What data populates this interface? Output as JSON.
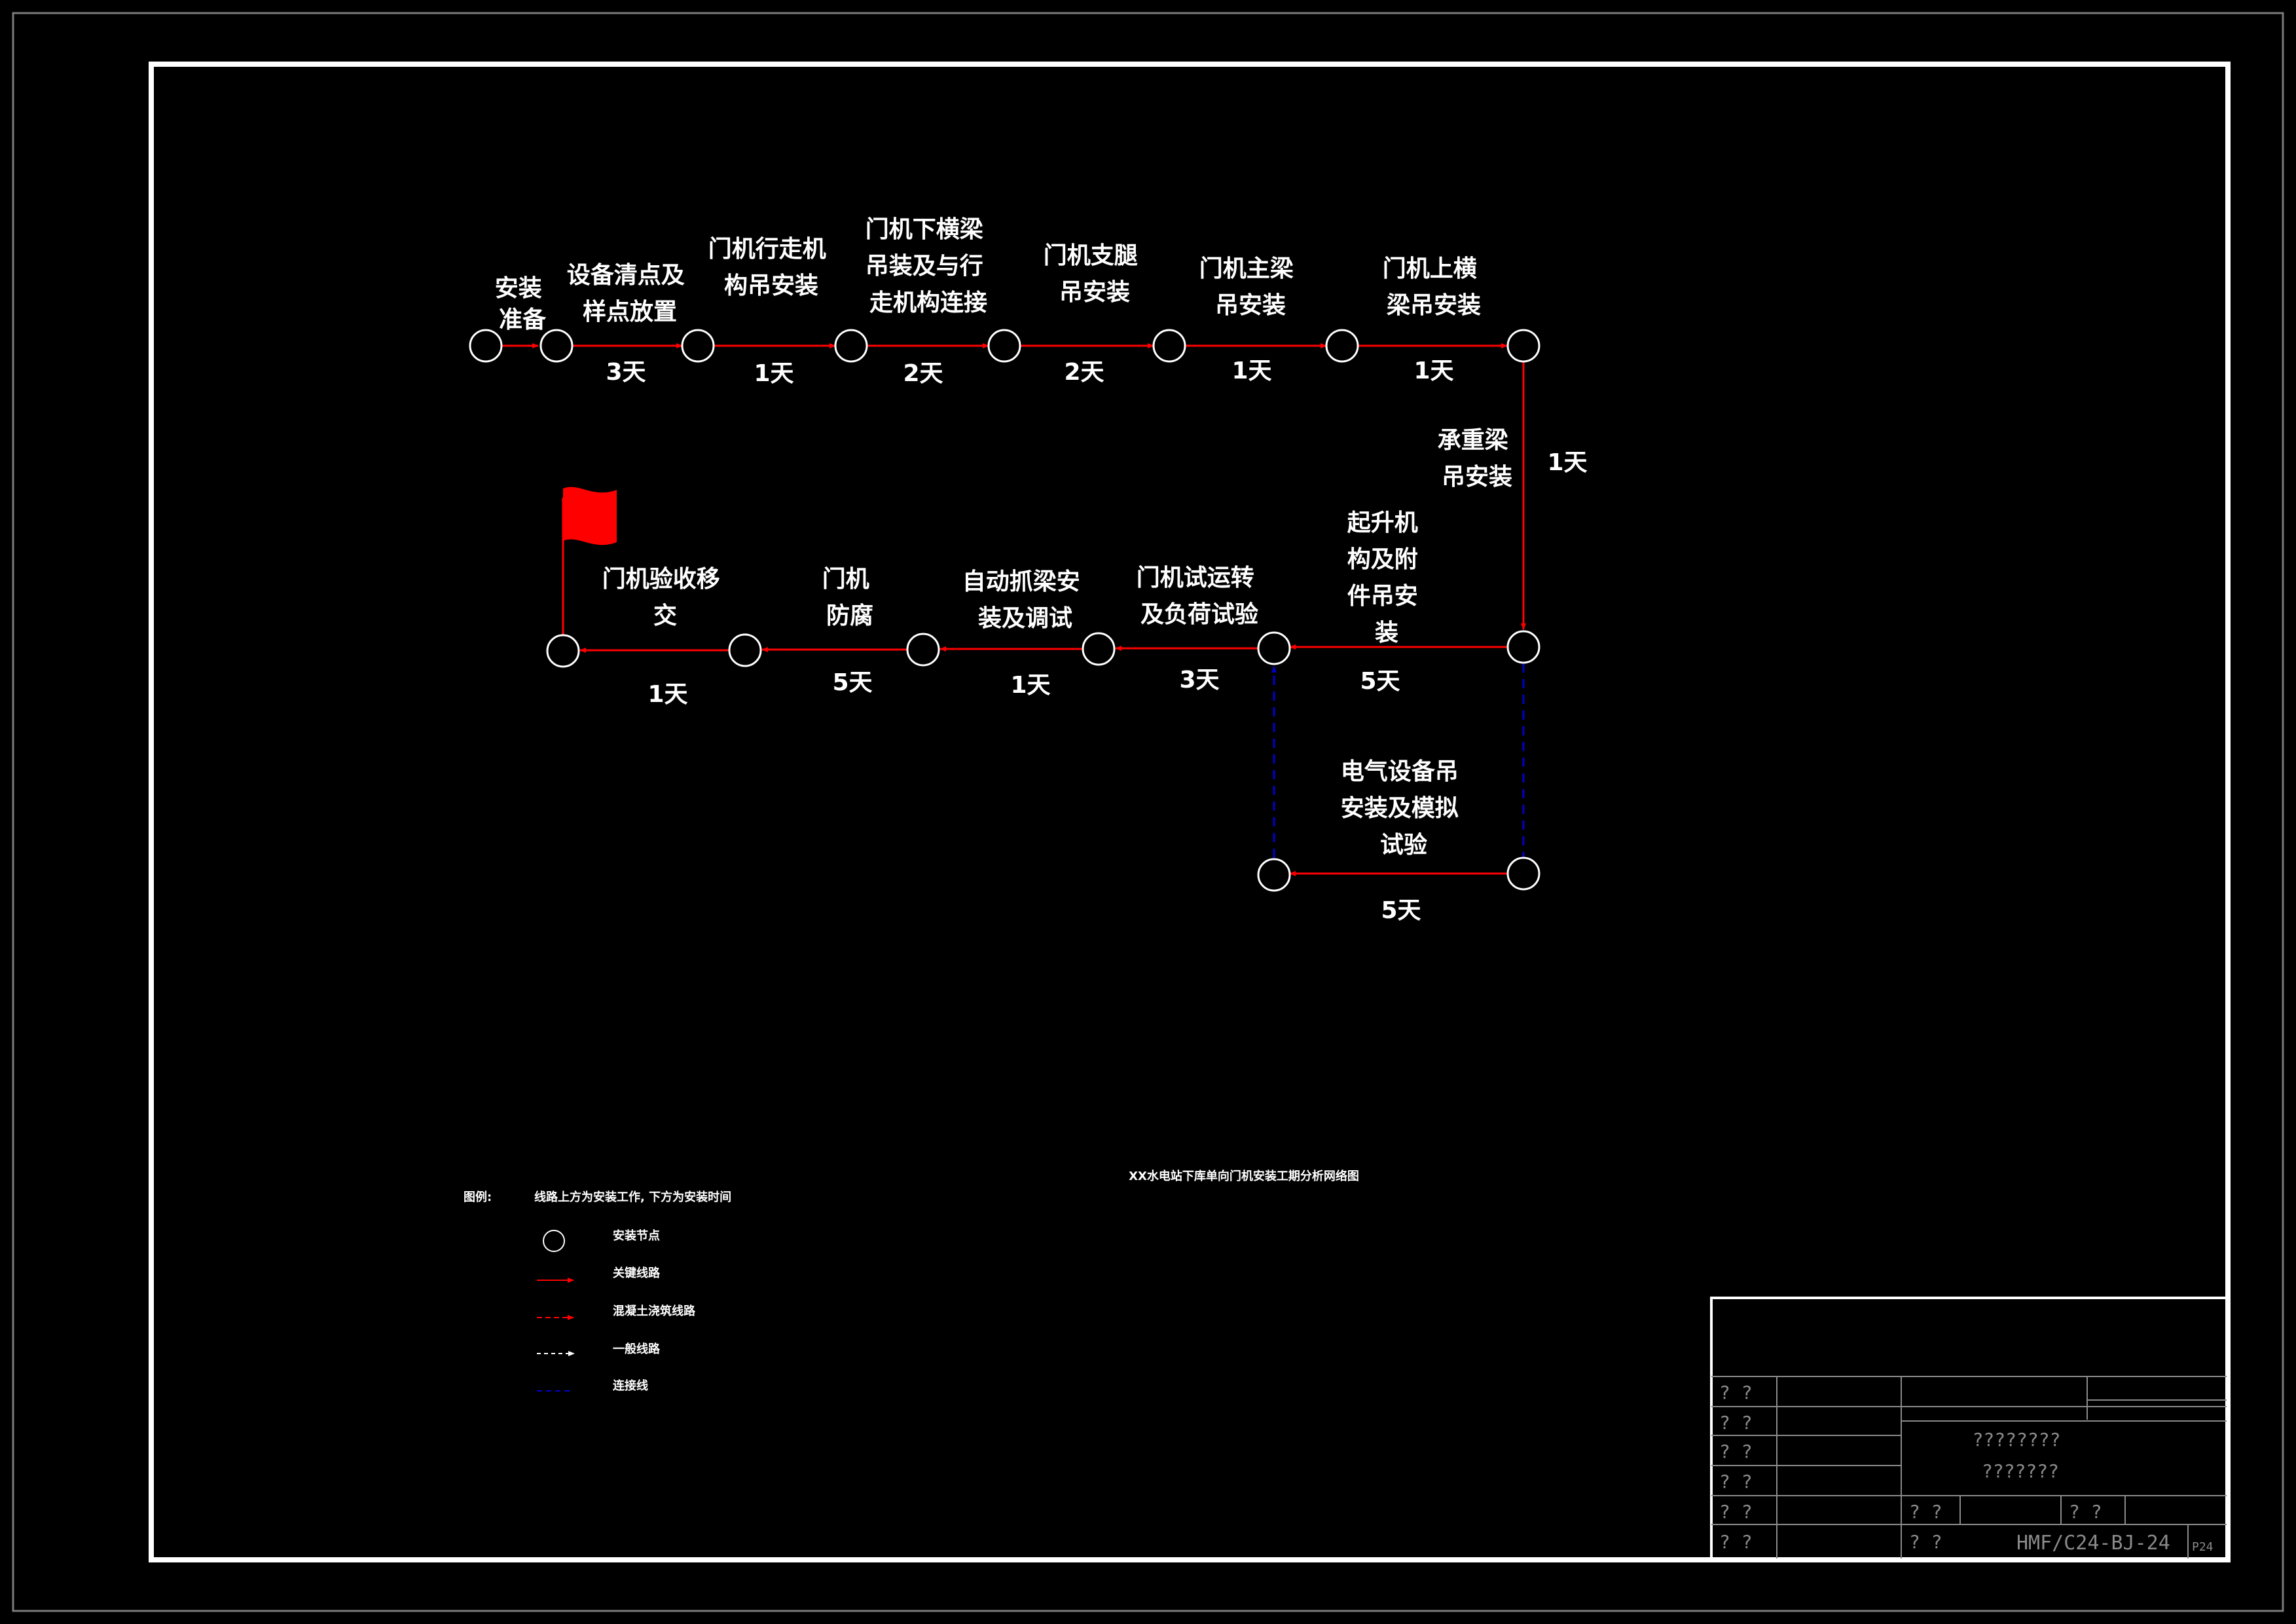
{
  "diagram": {
    "labels": {
      "l1": [
        "安装",
        "准备"
      ],
      "l2": [
        "设备清点及",
        "样点放置"
      ],
      "l3": [
        "门机行走机",
        "构吊安装"
      ],
      "l4": [
        "门机下横梁",
        "吊装及与行",
        "走机构连接"
      ],
      "l5": [
        "门机支腿",
        "吊安装"
      ],
      "l6": [
        "门机主梁",
        "吊安装"
      ],
      "l7": [
        "门机上横",
        "梁吊安装"
      ],
      "l8": [
        "承重梁",
        "吊安装"
      ],
      "l9": [
        "起升机",
        "构及附",
        "件吊安",
        "装"
      ],
      "l10": [
        "门机试运转",
        "及负荷试验"
      ],
      "l11": [
        "自动抓梁安",
        "装及调试"
      ],
      "l12": [
        "门机",
        "防腐"
      ],
      "l13": [
        "门机验收移",
        "交"
      ],
      "l14": [
        "电气设备吊",
        "安装及模拟",
        "试验"
      ]
    },
    "durations": {
      "d1": "3天",
      "d2": "1天",
      "d3": "2天",
      "d4": "2天",
      "d5": "1天",
      "d6": "1天",
      "d7": "1天",
      "d8": "5天",
      "d9": "3天",
      "d10": "1天",
      "d11": "5天",
      "d12": "1天",
      "d13": "5天"
    },
    "title": "XX水电站下库单向门机安装工期分析网络图"
  },
  "legend": {
    "heading": "图例:",
    "note": "线路上方为安装工作, 下方为安装时间",
    "items": [
      "安装节点",
      "关键线路",
      "混凝土浇筑线路",
      "一般线路",
      "连接线"
    ]
  },
  "title_block": {
    "q": "? ?",
    "company_line1": "????????",
    "company_line2": "???????",
    "code": "HMF/C24-BJ-24",
    "page": "P24"
  },
  "colors": {
    "critical": "#ff0000",
    "connector": "#0000cc",
    "border": "#ffffff",
    "frame_outer": "#7a7a7a",
    "titleblock": "#8a8a8a"
  }
}
